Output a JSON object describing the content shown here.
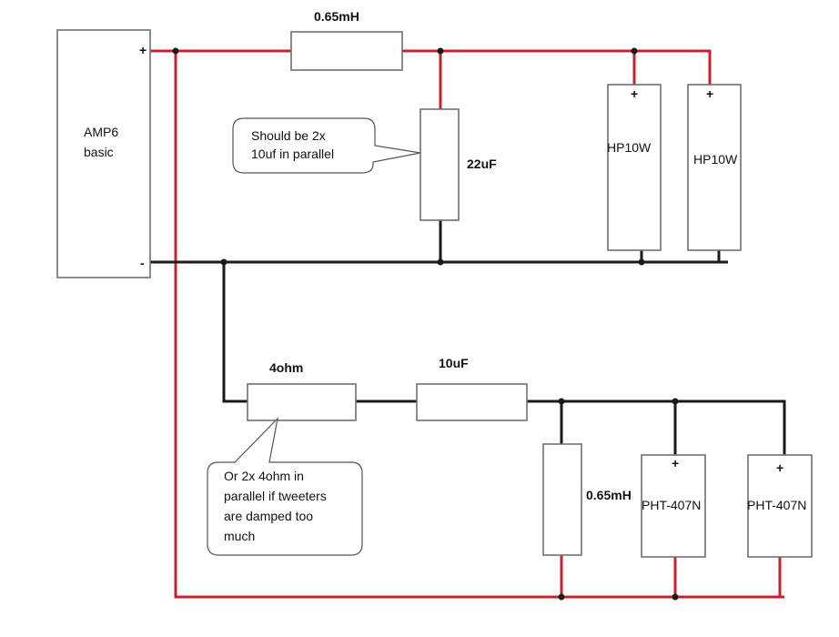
{
  "amp": {
    "line1": "AMP6",
    "line2": "basic",
    "plus": "+",
    "minus": "-"
  },
  "woofer_section": {
    "inductor_label": "0.65mH",
    "capacitor_label": "22uF",
    "speakers": [
      {
        "label": "HP10W",
        "terminal": "+"
      },
      {
        "label": "HP10W",
        "terminal": "+"
      }
    ],
    "note_lines": [
      "Should be 2x",
      "10uf in parallel"
    ]
  },
  "tweeter_section": {
    "resistor_label": "4ohm",
    "capacitor_label": "10uF",
    "inductor_label": "0.65mH",
    "speakers": [
      {
        "label": "PHT-407N",
        "terminal": "+"
      },
      {
        "label": "PHT-407N",
        "terminal": "+"
      }
    ],
    "note_lines": [
      "Or 2x 4ohm in",
      "parallel if tweeters",
      "are damped too",
      "much"
    ]
  },
  "colors": {
    "positive_wire": "#c8202e",
    "ground_wire": "#1a1a1a",
    "component_outline": "#707070"
  }
}
